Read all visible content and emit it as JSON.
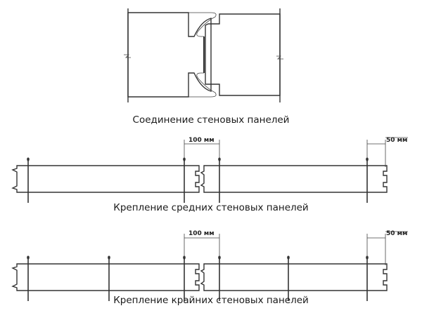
{
  "captions": {
    "joint": "Соединение стеновых панелей",
    "middle": "Крепление средних стеновых панелей",
    "edge": "Крепление крайних стеновых панелей"
  },
  "dimensions": {
    "screw_gap": "100 мм",
    "edge_offset": "50 мм"
  },
  "colors": {
    "line": "#333333",
    "hatch": "#9a9a9a"
  }
}
